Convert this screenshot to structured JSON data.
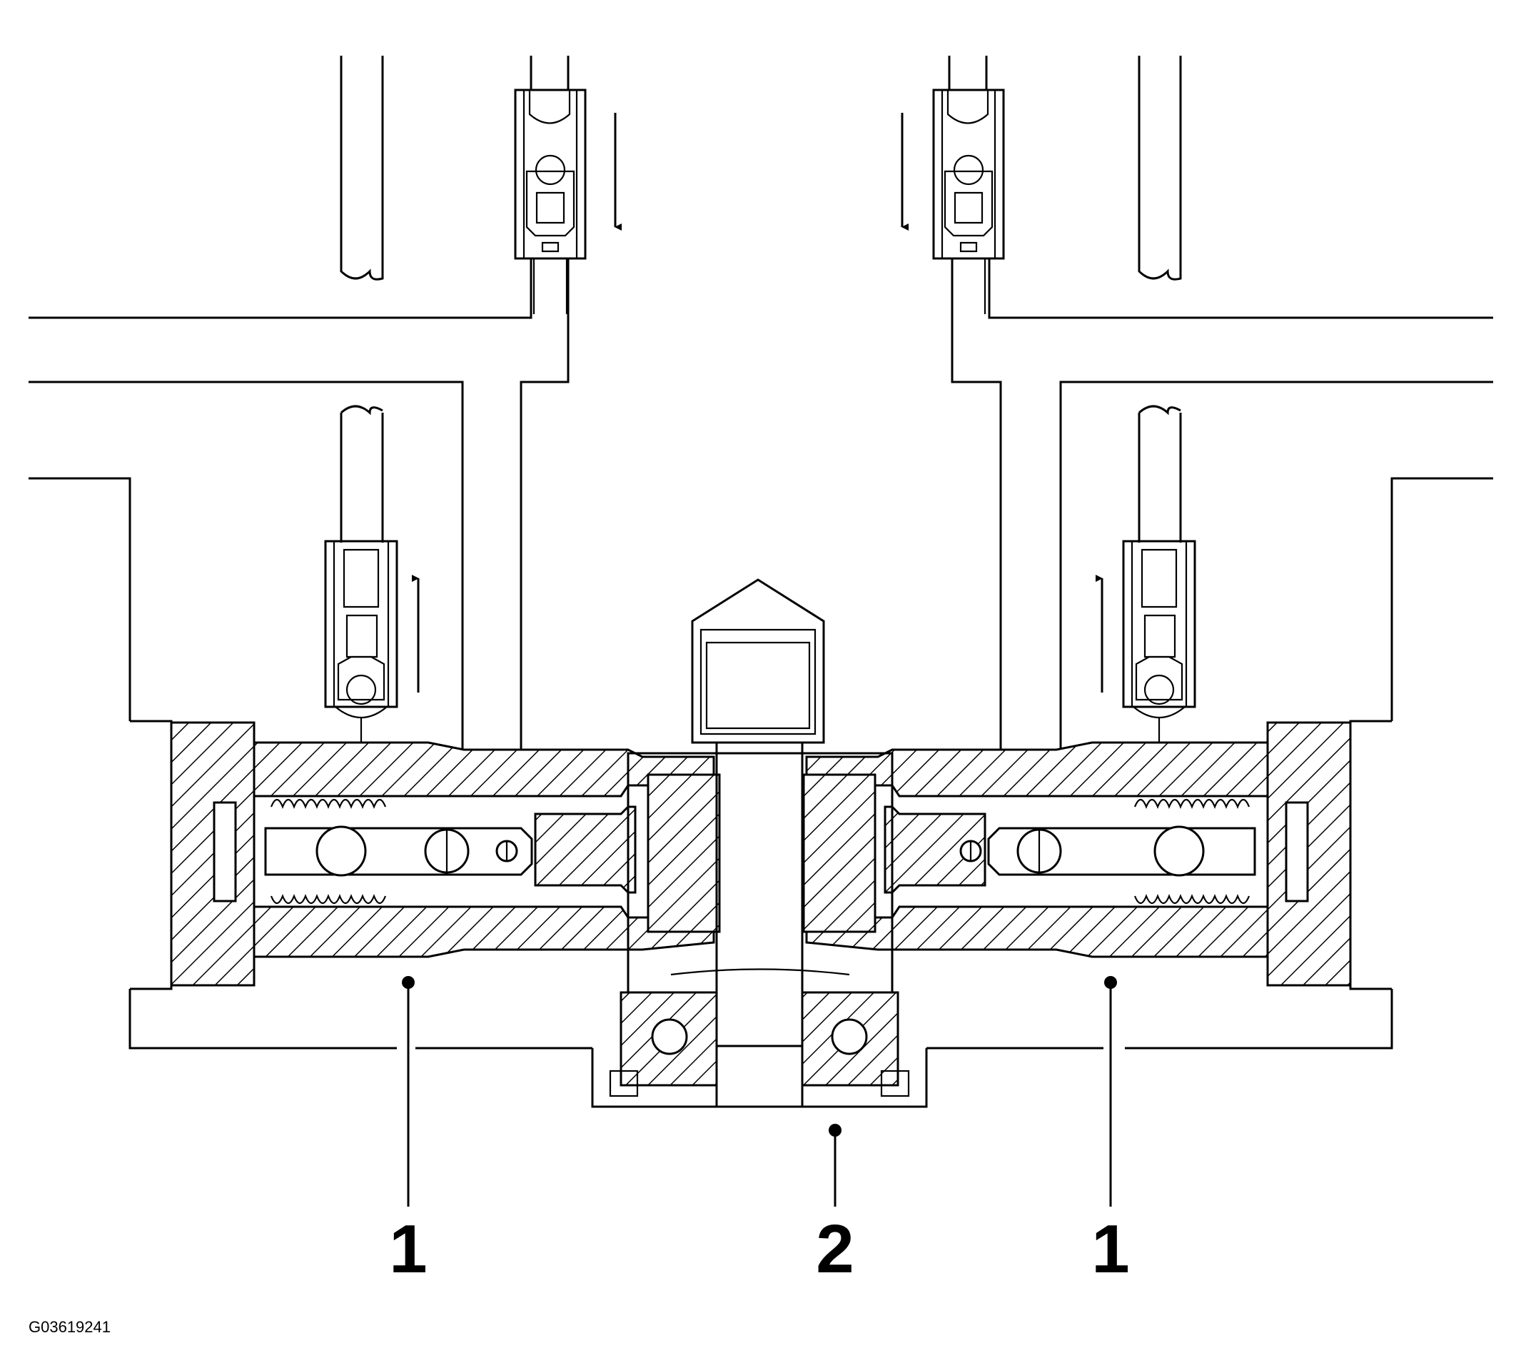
{
  "callouts": [
    {
      "label": "1"
    },
    {
      "label": "2"
    },
    {
      "label": "1"
    }
  ],
  "figure_id": "G03619241"
}
